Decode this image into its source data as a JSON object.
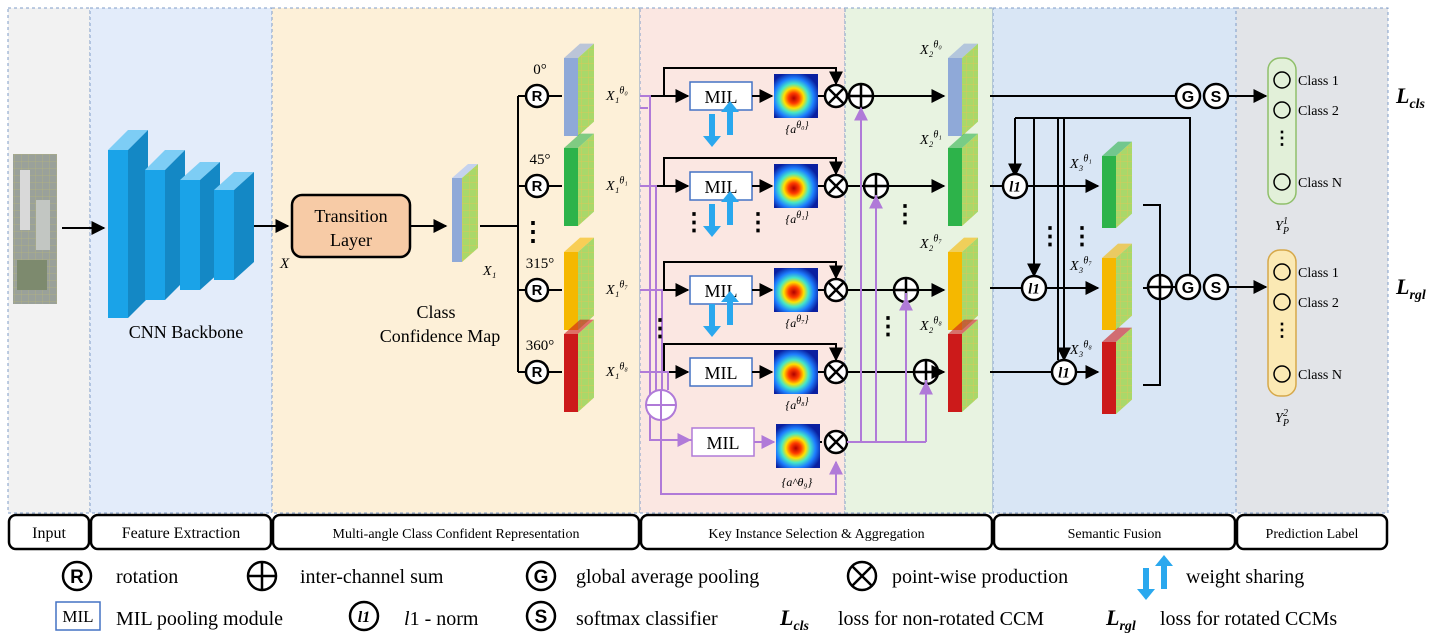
{
  "stages": {
    "input": "Input",
    "feature_extraction": "Feature Extraction",
    "multi_angle": "Multi-angle Class Confident Representation",
    "key_instance": "Key Instance Selection & Aggregation",
    "semantic_fusion": "Semantic Fusion",
    "prediction": "Prediction Label"
  },
  "blocks": {
    "backbone": "CNN Backbone",
    "transition_line1": "Transition",
    "transition_line2": "Layer",
    "x_label": "X",
    "x1_label": "X₁",
    "ccm_line1": "Class",
    "ccm_line2": "Confidence Map",
    "mil": "MIL",
    "dots_v": "⋮",
    "dots_h": "⋯"
  },
  "branches": [
    {
      "angle": "0°",
      "x1": "X₁^θ₀",
      "att": "{a^θ₀}",
      "x2": "X₂^θ₀",
      "color": "#8fa9d8"
    },
    {
      "angle": "45°",
      "x1": "X₁^θ₁",
      "att": "{a^θ₁}",
      "x2": "X₂^θ₁",
      "x3": "X₃^θ₁",
      "color": "#2db34a"
    },
    {
      "angle": "315°",
      "x1": "X₁^θ₇",
      "att": "{a^θ₇}",
      "x2": "X₂^θ₇",
      "x3": "X₃^θ₇",
      "color": "#f5b800"
    },
    {
      "angle": "360°",
      "x1": "X₁^θ₈",
      "att": "{a^θ₈}",
      "x2": "X₂^θ₈",
      "x3": "X₃^θ₈",
      "color": "#cc1a1a"
    }
  ],
  "sum_att": "{a^θ₉}",
  "symbols": {
    "R": "R",
    "G": "G",
    "S": "S",
    "l1": "l1"
  },
  "prediction": {
    "classes": [
      "Class 1",
      "Class 2",
      "Class N"
    ],
    "yp1": "Y_P^1",
    "yp2": "Y_P^2",
    "loss_cls": "L_cls",
    "loss_rgl": "L_rgl"
  },
  "legend": {
    "rotation": "rotation",
    "sum": "inter-channel sum",
    "gap": "global average pooling",
    "pointwise": "point-wise production",
    "weight_sharing": "weight sharing",
    "mil_box": "MIL",
    "mil_desc": "MIL pooling module",
    "l1_desc_pre": "l",
    "l1_desc": "1 - norm",
    "softmax": "softmax classifier",
    "lcls_desc": "loss for non-rotated CCM",
    "lrgl_desc": "loss for rotated CCMs"
  },
  "colors": {
    "input_bg": "#f2f2f2",
    "feature_bg": "#e3ecfa",
    "multi_bg": "#fdf0d8",
    "key1_bg": "#fbe7e2",
    "key2_bg": "#e8f3e1",
    "fusion_bg": "#d9e6f5",
    "pred_bg": "#e2e4e8",
    "backbone": "#1aa3e8",
    "transition": "#f7cba6",
    "purple": "#b07ad8",
    "light_blue": "#2aa8ee",
    "class_green": "#e2f0d9",
    "class_yellow": "#fbe9b4"
  }
}
